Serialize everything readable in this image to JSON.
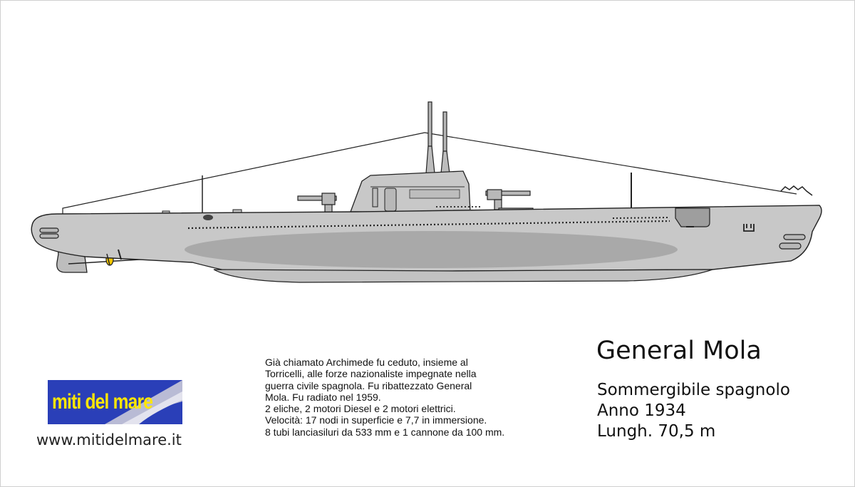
{
  "logo": {
    "text": "miti del mare"
  },
  "website": "www.mitidelmare.it",
  "description": [
    "Già chiamato Archimede fu ceduto, insieme al",
    "Torricelli, alle forze nazionaliste impegnate nella",
    "guerra civile spagnola. Fu ribattezzato General",
    "Mola. Fu radiato nel 1959.",
    "2 eliche, 2 motori Diesel e 2 motori elettrici.",
    "Velocità: 17 nodi in superficie e 7,7 in immersione.",
    "8 tubi lanciasiluri da 533 mm e 1 cannone da 100 mm."
  ],
  "ship": {
    "name": "General Mola",
    "type": "Sommergibile spagnolo",
    "year": "Anno 1934",
    "length": "Lungh. 70,5 m"
  },
  "colors": {
    "hull": "#c8c8c8",
    "hull_shadow": "#a9a9a9",
    "logo_bg": "#2a3fb8",
    "logo_text": "#ffe600"
  }
}
